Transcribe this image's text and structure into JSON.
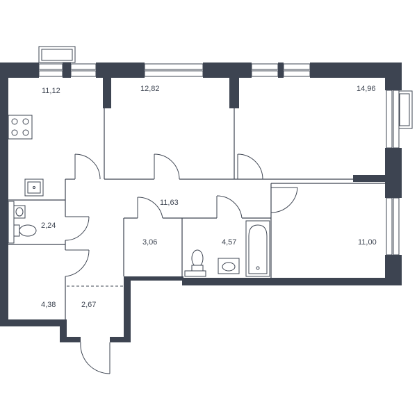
{
  "plan": {
    "rooms": [
      {
        "id": "kitchen",
        "area": "11,12"
      },
      {
        "id": "bedroom-1",
        "area": "12,82"
      },
      {
        "id": "bedroom-2",
        "area": "14,96"
      },
      {
        "id": "hall",
        "area": "11,63"
      },
      {
        "id": "toilet",
        "area": "2,24"
      },
      {
        "id": "storage",
        "area": "3,06"
      },
      {
        "id": "bathroom",
        "area": "4,57"
      },
      {
        "id": "bedroom-3",
        "area": "11,00"
      },
      {
        "id": "wardrobe",
        "area": "4,38"
      },
      {
        "id": "entrance",
        "area": "2,67"
      }
    ]
  }
}
